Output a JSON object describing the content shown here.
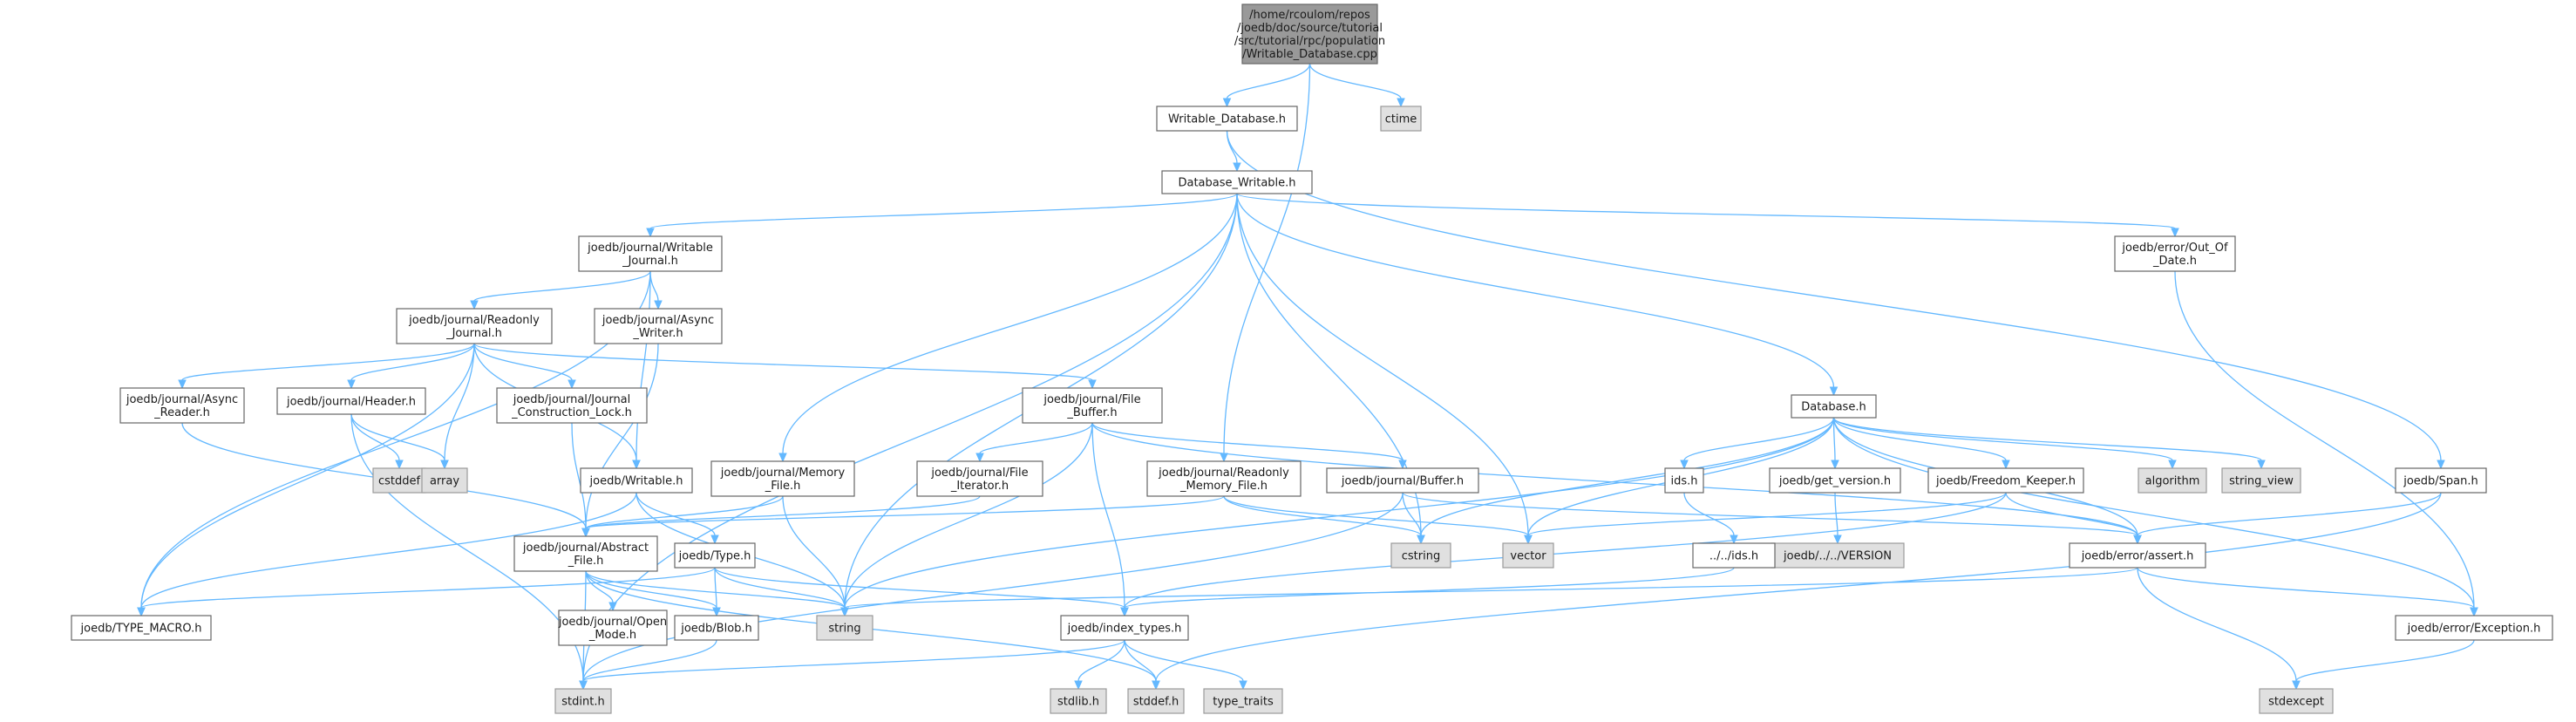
{
  "nodes": [
    {
      "id": "root",
      "kind": "root",
      "lines": [
        "/home/rcoulom/repos",
        "/joedb/doc/source/tutorial",
        "/src/tutorial/rpc/population",
        "/Writable_Database.cpp"
      ]
    },
    {
      "id": "writable_database_h",
      "kind": "file",
      "lines": [
        "Writable_Database.h"
      ]
    },
    {
      "id": "ctime",
      "kind": "system",
      "lines": [
        "ctime"
      ]
    },
    {
      "id": "database_writable_h",
      "kind": "file",
      "lines": [
        "Database_Writable.h"
      ]
    },
    {
      "id": "writable_journal_h",
      "kind": "file",
      "lines": [
        "joedb/journal/Writable",
        "_Journal.h"
      ]
    },
    {
      "id": "out_of_date_h",
      "kind": "file",
      "lines": [
        "joedb/error/Out_Of",
        "_Date.h"
      ]
    },
    {
      "id": "readonly_journal_h",
      "kind": "file",
      "lines": [
        "joedb/journal/Readonly",
        "_Journal.h"
      ]
    },
    {
      "id": "async_writer_h",
      "kind": "file",
      "lines": [
        "joedb/journal/Async",
        "_Writer.h"
      ]
    },
    {
      "id": "async_reader_h",
      "kind": "file",
      "lines": [
        "joedb/journal/Async",
        "_Reader.h"
      ]
    },
    {
      "id": "header_h",
      "kind": "file",
      "lines": [
        "joedb/journal/Header.h"
      ]
    },
    {
      "id": "construction_lock_h",
      "kind": "file",
      "lines": [
        "joedb/journal/Journal",
        "_Construction_Lock.h"
      ]
    },
    {
      "id": "file_buffer_h",
      "kind": "file",
      "lines": [
        "joedb/journal/File",
        "_Buffer.h"
      ]
    },
    {
      "id": "database_h",
      "kind": "file",
      "lines": [
        "Database.h"
      ]
    },
    {
      "id": "cstddef",
      "kind": "system",
      "lines": [
        "cstddef"
      ]
    },
    {
      "id": "array",
      "kind": "system",
      "lines": [
        "array"
      ]
    },
    {
      "id": "writable_h",
      "kind": "file",
      "lines": [
        "joedb/Writable.h"
      ]
    },
    {
      "id": "memory_file_h",
      "kind": "file",
      "lines": [
        "joedb/journal/Memory",
        "_File.h"
      ]
    },
    {
      "id": "file_iterator_h",
      "kind": "file",
      "lines": [
        "joedb/journal/File",
        "_Iterator.h"
      ]
    },
    {
      "id": "readonly_memory_file_h",
      "kind": "file",
      "lines": [
        "joedb/journal/Readonly",
        "_Memory_File.h"
      ]
    },
    {
      "id": "buffer_h",
      "kind": "file",
      "lines": [
        "joedb/journal/Buffer.h"
      ]
    },
    {
      "id": "ids_h",
      "kind": "file",
      "lines": [
        "ids.h"
      ]
    },
    {
      "id": "get_version_h",
      "kind": "file",
      "lines": [
        "joedb/get_version.h"
      ]
    },
    {
      "id": "freedom_keeper_h",
      "kind": "file",
      "lines": [
        "joedb/Freedom_Keeper.h"
      ]
    },
    {
      "id": "algorithm",
      "kind": "system",
      "lines": [
        "algorithm"
      ]
    },
    {
      "id": "string_view",
      "kind": "system",
      "lines": [
        "string_view"
      ]
    },
    {
      "id": "span_h",
      "kind": "file",
      "lines": [
        "joedb/Span.h"
      ]
    },
    {
      "id": "abstract_file_h",
      "kind": "file",
      "lines": [
        "joedb/journal/Abstract",
        "_File.h"
      ]
    },
    {
      "id": "type_h",
      "kind": "file",
      "lines": [
        "joedb/Type.h"
      ]
    },
    {
      "id": "cstring",
      "kind": "system",
      "lines": [
        "cstring"
      ]
    },
    {
      "id": "vector",
      "kind": "system",
      "lines": [
        "vector"
      ]
    },
    {
      "id": "version",
      "kind": "system",
      "lines": [
        "joedb/../../VERSION"
      ]
    },
    {
      "id": "up_ids_h",
      "kind": "file",
      "lines": [
        "../../ids.h"
      ]
    },
    {
      "id": "assert_h",
      "kind": "file",
      "lines": [
        "joedb/error/assert.h"
      ]
    },
    {
      "id": "type_macro_h",
      "kind": "file",
      "lines": [
        "joedb/TYPE_MACRO.h"
      ]
    },
    {
      "id": "open_mode_h",
      "kind": "file",
      "lines": [
        "joedb/journal/Open",
        "_Mode.h"
      ]
    },
    {
      "id": "blob_h",
      "kind": "file",
      "lines": [
        "joedb/Blob.h"
      ]
    },
    {
      "id": "string",
      "kind": "system",
      "lines": [
        "string"
      ]
    },
    {
      "id": "index_types_h",
      "kind": "file",
      "lines": [
        "joedb/index_types.h"
      ]
    },
    {
      "id": "exception_h",
      "kind": "file",
      "lines": [
        "joedb/error/Exception.h"
      ]
    },
    {
      "id": "stdint_h",
      "kind": "system",
      "lines": [
        "stdint.h"
      ]
    },
    {
      "id": "stdlib_h",
      "kind": "system",
      "lines": [
        "stdlib.h"
      ]
    },
    {
      "id": "stddef_h",
      "kind": "system",
      "lines": [
        "stddef.h"
      ]
    },
    {
      "id": "type_traits",
      "kind": "system",
      "lines": [
        "type_traits"
      ]
    },
    {
      "id": "stdexcept",
      "kind": "system",
      "lines": [
        "stdexcept"
      ]
    }
  ],
  "edges": [
    [
      "root",
      "writable_database_h"
    ],
    [
      "root",
      "ctime"
    ],
    [
      "root",
      "readonly_memory_file_h"
    ],
    [
      "writable_database_h",
      "database_writable_h"
    ],
    [
      "writable_database_h",
      "span_h"
    ],
    [
      "database_writable_h",
      "writable_journal_h"
    ],
    [
      "database_writable_h",
      "out_of_date_h"
    ],
    [
      "database_writable_h",
      "database_h"
    ],
    [
      "database_writable_h",
      "memory_file_h"
    ],
    [
      "database_writable_h",
      "string"
    ],
    [
      "database_writable_h",
      "cstring"
    ],
    [
      "database_writable_h",
      "vector"
    ],
    [
      "database_writable_h",
      "stdint_h"
    ],
    [
      "writable_journal_h",
      "readonly_journal_h"
    ],
    [
      "writable_journal_h",
      "async_writer_h"
    ],
    [
      "writable_journal_h",
      "writable_h"
    ],
    [
      "writable_journal_h",
      "type_macro_h"
    ],
    [
      "readonly_journal_h",
      "async_reader_h"
    ],
    [
      "readonly_journal_h",
      "header_h"
    ],
    [
      "readonly_journal_h",
      "construction_lock_h"
    ],
    [
      "readonly_journal_h",
      "file_buffer_h"
    ],
    [
      "readonly_journal_h",
      "array"
    ],
    [
      "readonly_journal_h",
      "writable_h"
    ],
    [
      "readonly_journal_h",
      "type_macro_h"
    ],
    [
      "async_writer_h",
      "abstract_file_h"
    ],
    [
      "async_reader_h",
      "abstract_file_h"
    ],
    [
      "construction_lock_h",
      "abstract_file_h"
    ],
    [
      "header_h",
      "cstddef"
    ],
    [
      "header_h",
      "array"
    ],
    [
      "header_h",
      "stdint_h"
    ],
    [
      "file_buffer_h",
      "file_iterator_h"
    ],
    [
      "file_buffer_h",
      "buffer_h"
    ],
    [
      "file_buffer_h",
      "index_types_h"
    ],
    [
      "file_buffer_h",
      "string"
    ],
    [
      "file_buffer_h",
      "assert_h"
    ],
    [
      "file_iterator_h",
      "abstract_file_h"
    ],
    [
      "memory_file_h",
      "abstract_file_h"
    ],
    [
      "memory_file_h",
      "string"
    ],
    [
      "readonly_memory_file_h",
      "abstract_file_h"
    ],
    [
      "readonly_memory_file_h",
      "cstring"
    ],
    [
      "readonly_memory_file_h",
      "vector"
    ],
    [
      "buffer_h",
      "cstring"
    ],
    [
      "buffer_h",
      "assert_h"
    ],
    [
      "buffer_h",
      "stdint_h"
    ],
    [
      "writable_h",
      "type_h"
    ],
    [
      "writable_h",
      "string"
    ],
    [
      "writable_h",
      "type_macro_h"
    ],
    [
      "abstract_file_h",
      "open_mode_h"
    ],
    [
      "abstract_file_h",
      "blob_h"
    ],
    [
      "abstract_file_h",
      "string"
    ],
    [
      "abstract_file_h",
      "stdint_h"
    ],
    [
      "abstract_file_h",
      "stddef_h"
    ],
    [
      "type_h",
      "blob_h"
    ],
    [
      "type_h",
      "string"
    ],
    [
      "type_h",
      "index_types_h"
    ],
    [
      "type_h",
      "type_macro_h"
    ],
    [
      "blob_h",
      "stdint_h"
    ],
    [
      "database_h",
      "ids_h"
    ],
    [
      "database_h",
      "get_version_h"
    ],
    [
      "database_h",
      "freedom_keeper_h"
    ],
    [
      "database_h",
      "algorithm"
    ],
    [
      "database_h",
      "string_view"
    ],
    [
      "database_h",
      "assert_h"
    ],
    [
      "database_h",
      "exception_h"
    ],
    [
      "database_h",
      "cstring"
    ],
    [
      "database_h",
      "vector"
    ],
    [
      "database_h",
      "string"
    ],
    [
      "ids_h",
      "up_ids_h"
    ],
    [
      "up_ids_h",
      "index_types_h"
    ],
    [
      "get_version_h",
      "version"
    ],
    [
      "freedom_keeper_h",
      "vector"
    ],
    [
      "freedom_keeper_h",
      "assert_h"
    ],
    [
      "freedom_keeper_h",
      "index_types_h"
    ],
    [
      "span_h",
      "assert_h"
    ],
    [
      "span_h",
      "stddef_h"
    ],
    [
      "assert_h",
      "exception_h"
    ],
    [
      "assert_h",
      "stdexcept"
    ],
    [
      "assert_h",
      "string"
    ],
    [
      "out_of_date_h",
      "exception_h"
    ],
    [
      "exception_h",
      "stdexcept"
    ],
    [
      "index_types_h",
      "stdlib_h"
    ],
    [
      "index_types_h",
      "stddef_h"
    ],
    [
      "index_types_h",
      "type_traits"
    ],
    [
      "index_types_h",
      "stdint_h"
    ]
  ]
}
